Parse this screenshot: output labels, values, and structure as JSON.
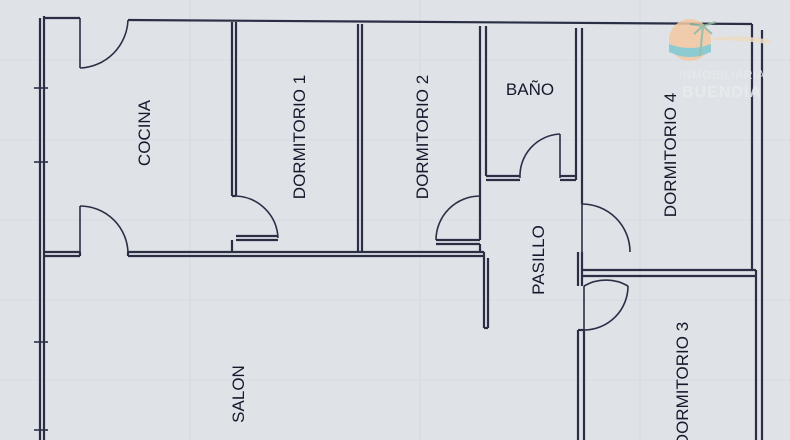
{
  "rooms": {
    "cocina": "COCINA",
    "dormitorio1": "DORMITORIO 1",
    "dormitorio2": "DORMITORIO 2",
    "bano": "BAÑO",
    "dormitorio4": "DORMITORIO 4",
    "pasillo": "PASILLO",
    "dormitorio3": "DORMITORIO 3",
    "salon": "SALON"
  },
  "watermark": {
    "line1": "INMOBILIARIA",
    "line2": "BUENDÍA"
  },
  "colors": {
    "background": "#dfe2e7",
    "wall": "#2a2f46",
    "logo_sun": "#f3c8a2",
    "logo_sea": "#7fc7cf"
  }
}
